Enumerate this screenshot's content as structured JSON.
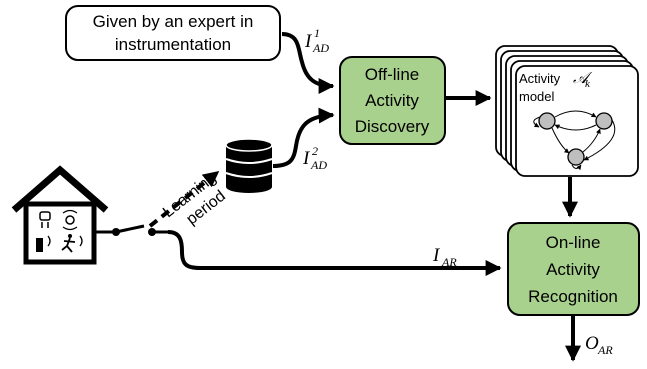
{
  "expert_box": {
    "line1": "Given by an expert in",
    "line2": "instrumentation"
  },
  "offline_box": {
    "line1": "Off-line",
    "line2": "Activity",
    "line3": "Discovery"
  },
  "online_box": {
    "line1": "On-line",
    "line2": "Activity",
    "line3": "Recognition"
  },
  "model_card": {
    "line1": "Activity",
    "symbol": "𝒜",
    "subscript": "k",
    "line2": "model"
  },
  "learning_label": {
    "line1": "Learning",
    "line2": "period"
  },
  "labels": {
    "iad1_main": "I",
    "iad1_sup": "1",
    "iad1_sub": "AD",
    "iad2_main": "I",
    "iad2_sup": "2",
    "iad2_sub": "AD",
    "iar_main": "I",
    "iar_sub": "AR",
    "oar_main": "O",
    "oar_sub": "AR"
  },
  "colors": {
    "process_fill": "#a9d18e",
    "line": "#000000",
    "background": "#ffffff",
    "model_fill": "#ffffff",
    "state_fill": "#bfbfbf"
  },
  "icons": [
    "house-icon",
    "database-icon",
    "state-machine-icon",
    "switch-icon"
  ]
}
